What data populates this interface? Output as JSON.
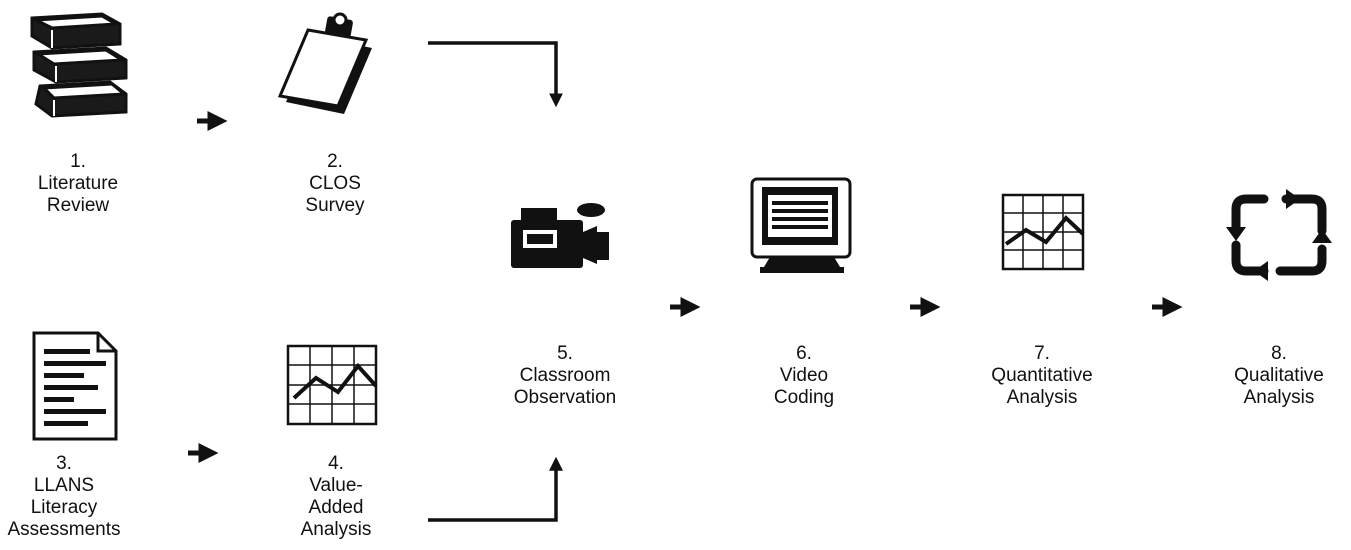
{
  "steps": [
    {
      "num": "1.",
      "lines": [
        "Literature",
        "Review"
      ],
      "icon": "books-icon"
    },
    {
      "num": "2.",
      "lines": [
        "CLOS",
        "Survey"
      ],
      "icon": "clipboard-icon"
    },
    {
      "num": "3.",
      "lines": [
        "LLANS",
        "Literacy",
        "Assessments"
      ],
      "icon": "document-icon"
    },
    {
      "num": "4.",
      "lines": [
        "Value-",
        "Added",
        "Analysis"
      ],
      "icon": "line-chart-icon"
    },
    {
      "num": "5.",
      "lines": [
        "Classroom",
        "Observation"
      ],
      "icon": "video-camera-icon"
    },
    {
      "num": "6.",
      "lines": [
        "Video",
        "Coding"
      ],
      "icon": "computer-monitor-icon"
    },
    {
      "num": "7.",
      "lines": [
        "Quantitative",
        "Analysis"
      ],
      "icon": "line-chart-icon"
    },
    {
      "num": "8.",
      "lines": [
        "Qualitative",
        "Analysis"
      ],
      "icon": "cycle-arrows-icon"
    }
  ]
}
